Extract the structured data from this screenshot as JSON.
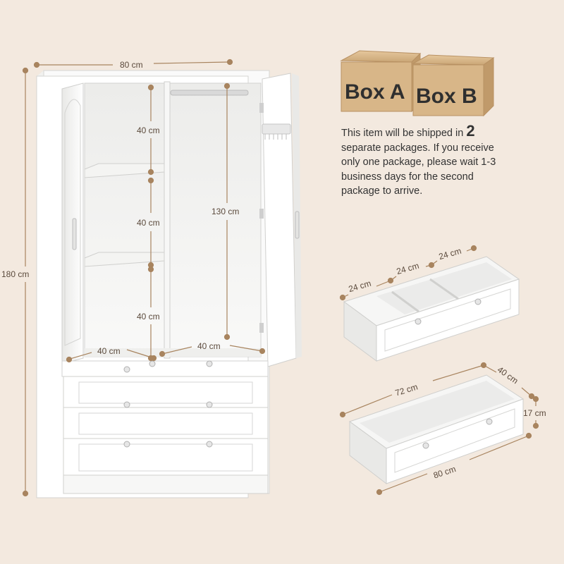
{
  "dimensions": {
    "width": "80 cm",
    "height": "180 cm",
    "shelf_heights": [
      "40 cm",
      "40 cm",
      "40 cm"
    ],
    "hanging_height": "130 cm",
    "left_depth": "40 cm",
    "right_depth": "40 cm"
  },
  "boxes": {
    "a": "Box A",
    "b": "Box B"
  },
  "shipping": {
    "intro": "This item will be shipped in ",
    "count": "2",
    "rest": "separate packages. If you receive only one package, please wait 1-3 business days for the second package to arrive."
  },
  "small_drawer": {
    "compartments": [
      "24 cm",
      "24 cm",
      "24 cm"
    ]
  },
  "large_drawer": {
    "inner_width": "72 cm",
    "depth": "40 cm",
    "height": "17 cm",
    "outer_width": "80 cm"
  },
  "colors": {
    "background": "#f3e9df",
    "accent": "#a8845f",
    "cardboard": "#d8b688",
    "furniture": "#ffffff"
  }
}
